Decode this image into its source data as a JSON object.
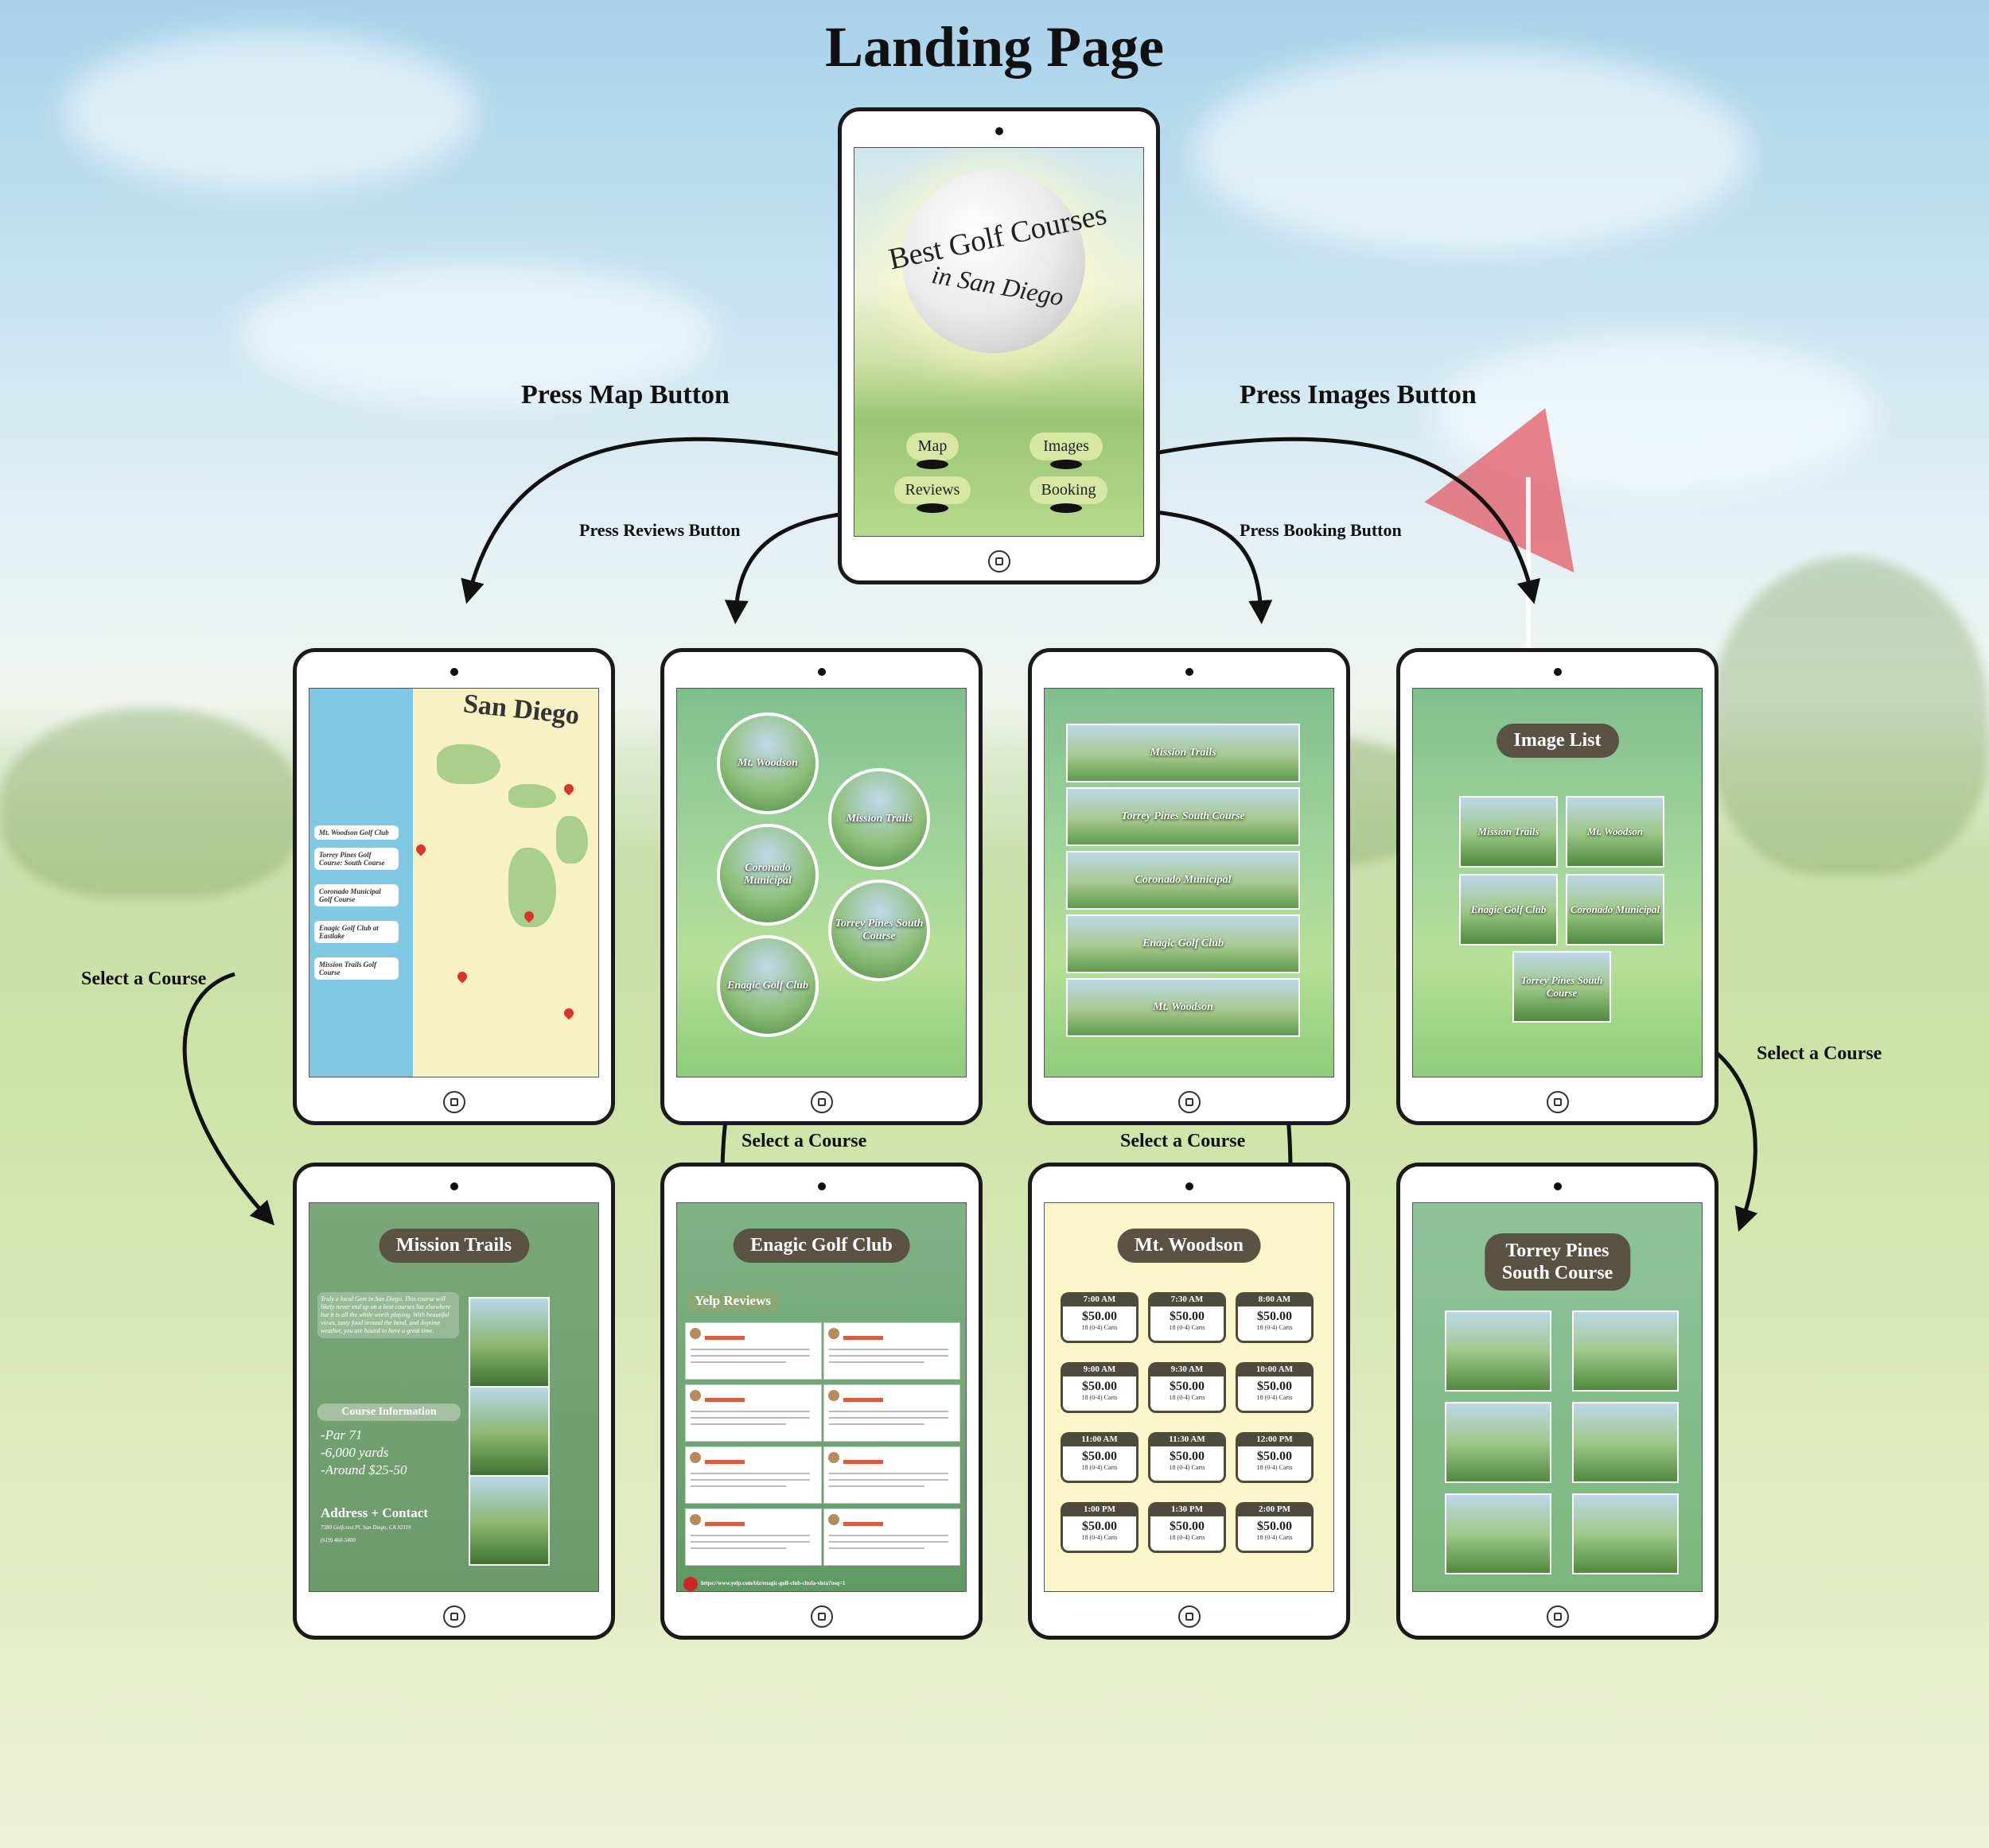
{
  "title": "Landing Page",
  "flow_labels": {
    "press_map": "Press Map Button",
    "press_images": "Press Images Button",
    "press_reviews": "Press Reviews Button",
    "press_booking": "Press Booking Button",
    "select_course": "Select a Course"
  },
  "landing": {
    "title_line1": "Best Golf Courses",
    "title_line2": "in San Diego",
    "buttons": [
      "Map",
      "Images",
      "Reviews",
      "Booking"
    ]
  },
  "map": {
    "city": "San Diego",
    "labels": [
      "Mt. Woodson Golf Club",
      "Torrey Pines Golf Course: South Course",
      "Coronado Municipal Golf Course",
      "Enagic Golf Club at Eastlake",
      "Mission Trails Golf Course"
    ]
  },
  "reviews_screen": {
    "courses": [
      "Mt. Woodson",
      "Mission Trails",
      "Coronado Municipal",
      "Torrey Pines South Course",
      "Enagic Golf Club"
    ]
  },
  "booking_screen": {
    "courses": [
      "Mission Trails",
      "Torrey Pines South Course",
      "Coronado Municipal",
      "Enagic Golf Club",
      "Mt. Woodson"
    ]
  },
  "images_screen": {
    "heading": "Image List",
    "courses": [
      "Mission Trails",
      "Mt. Woodson",
      "Enagic Golf Club",
      "Coronado Municipal",
      "Torrey Pines South Course"
    ]
  },
  "mission_trails": {
    "heading": "Mission Trails",
    "blurb": "Truly a local Gem in San Diego. This course will likely never end up on a best courses list elsewhere but it is all the while worth playing. With beautiful views, tasty food around the bend, and daytime weather, you are bound to have a great time.",
    "info_heading": "Course Information",
    "info": [
      "-Par 71",
      "-6,000 yards",
      "-Around $25-50"
    ],
    "contact_heading": "Address + Contact",
    "address": "7380 Golfcrest Pl, San Diego, CA 92119",
    "phone": "(619) 460-5400"
  },
  "enagic": {
    "heading": "Enagic Golf Club",
    "subheading": "Yelp Reviews",
    "url": "https://www.yelp.com/biz/enagic-golf-club-chula-vista?osq=1"
  },
  "woodson": {
    "heading": "Mt. Woodson",
    "slots": [
      {
        "time": "7:00 AM",
        "price": "$50.00"
      },
      {
        "time": "7:30 AM",
        "price": "$50.00"
      },
      {
        "time": "8:00 AM",
        "price": "$50.00"
      },
      {
        "time": "9:00 AM",
        "price": "$50.00"
      },
      {
        "time": "9:30 AM",
        "price": "$50.00"
      },
      {
        "time": "10:00 AM",
        "price": "$50.00"
      },
      {
        "time": "11:00 AM",
        "price": "$50.00"
      },
      {
        "time": "11:30 AM",
        "price": "$50.00"
      },
      {
        "time": "12:00 PM",
        "price": "$50.00"
      },
      {
        "time": "1:00 PM",
        "price": "$50.00"
      },
      {
        "time": "1:30 PM",
        "price": "$50.00"
      },
      {
        "time": "2:00 PM",
        "price": "$50.00"
      }
    ],
    "slot_sub": "18 (0-4) Carts"
  },
  "torrey": {
    "heading_line1": "Torrey Pines",
    "heading_line2": "South Course"
  }
}
